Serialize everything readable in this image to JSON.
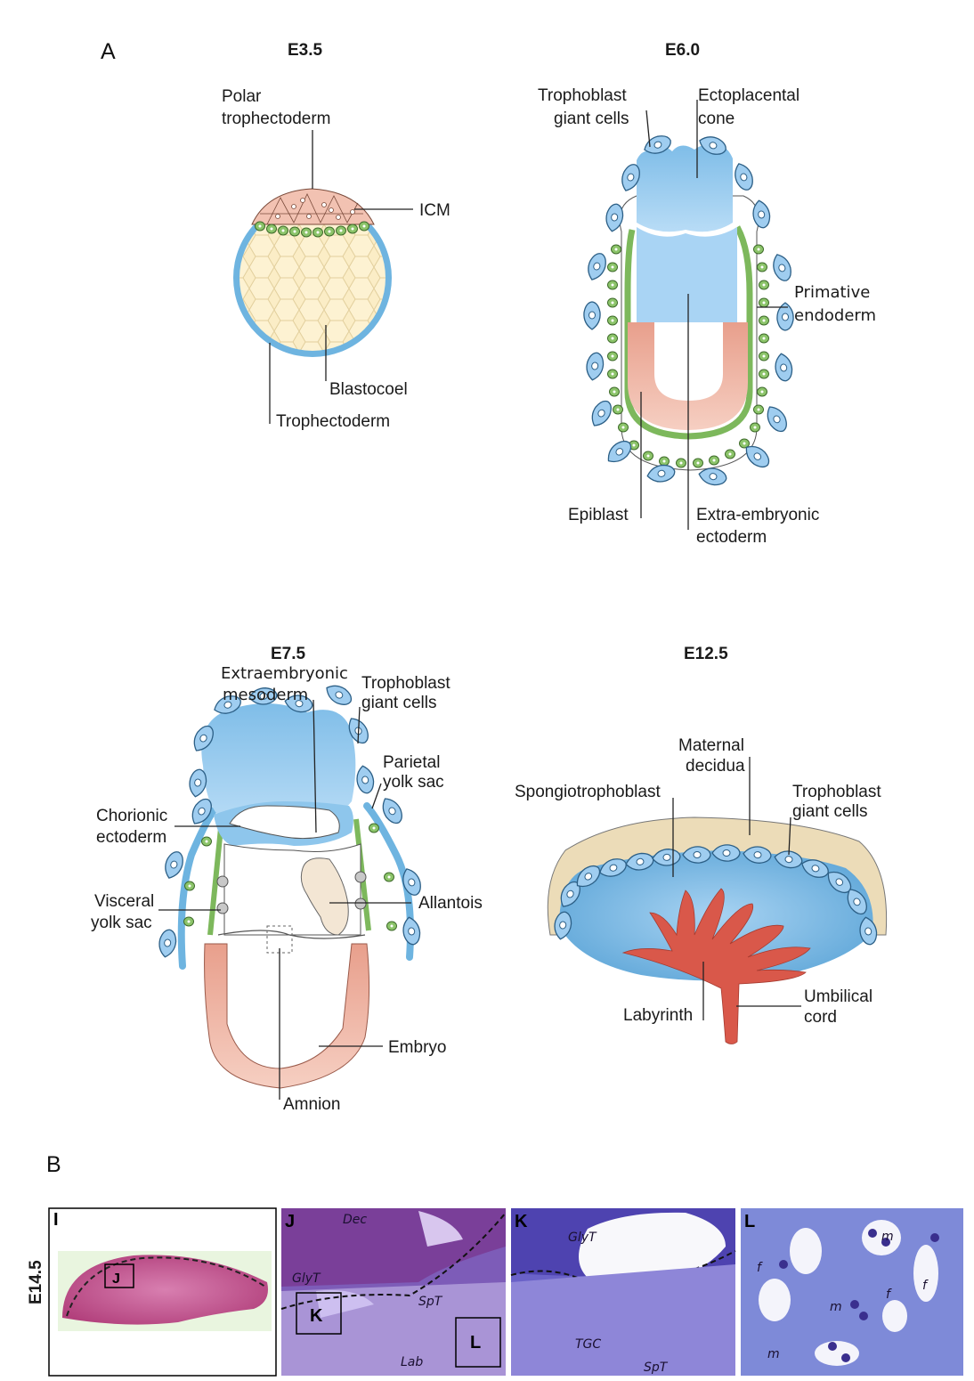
{
  "panel_a": {
    "letter": "A",
    "e35": {
      "stage": "E3.5",
      "labels": {
        "polar_1": "Polar",
        "polar_2": "trophectoderm",
        "icm": "ICM",
        "blastocoel": "Blastocoel",
        "trophectoderm": "Trophectoderm"
      }
    },
    "e60": {
      "stage": "E6.0",
      "labels": {
        "tgc_1": "Trophoblast",
        "tgc_2": "giant cells",
        "ecto_1": "Ectoplacental",
        "ecto_2": "cone",
        "prim_1": "Primative",
        "prim_2": "endoderm",
        "epiblast": "Epiblast",
        "exe_1": "Extra-embryonic",
        "exe_2": "ectoderm"
      }
    },
    "e75": {
      "stage": "E7.5",
      "labels": {
        "exm_1": "Extraembryonic",
        "exm_2": "mesoderm",
        "tgc_1": "Trophoblast",
        "tgc_2": "giant cells",
        "pys_1": "Parietal",
        "pys_2": "yolk sac",
        "chor_1": "Chorionic",
        "chor_2": "ectoderm",
        "vys_1": "Visceral",
        "vys_2": "yolk sac",
        "allantois": "Allantois",
        "embryo": "Embryo",
        "amnion": "Amnion"
      }
    },
    "e125": {
      "stage": "E12.5",
      "labels": {
        "mat_1": "Maternal",
        "mat_2": "decidua",
        "spongio": "Spongiotrophoblast",
        "tgc_1": "Trophoblast",
        "tgc_2": "giant cells",
        "labyrinth": "Labyrinth",
        "umb_1": "Umbilical",
        "umb_2": "cord"
      }
    }
  },
  "panel_b": {
    "letter": "B",
    "row_label": "E14.5",
    "images": {
      "i": {
        "corner": "I",
        "box": "J"
      },
      "j": {
        "corner": "J",
        "dec": "Dec",
        "glyt": "GlyT",
        "spt": "SpT",
        "lab": "Lab",
        "box_k": "K",
        "box_l": "L"
      },
      "k": {
        "corner": "K",
        "glyt": "GlyT",
        "tgc": "TGC",
        "spt": "SpT"
      },
      "l": {
        "corner": "L",
        "m1": "m",
        "m2": "m",
        "m3": "m",
        "f1": "f",
        "f2": "f",
        "f3": "f"
      }
    }
  },
  "colors": {
    "trophoblast_blue": "#6eb4e0",
    "cone_blue": "#9fcdf0",
    "epiblast_pink": "#f0b8a8",
    "endoderm_green": "#7db85c",
    "labyrinth_red": "#d9584a",
    "decidua_tan": "#ecdcb8",
    "he_stain": "#c8508a",
    "toluidine": "#5a4bb0"
  }
}
